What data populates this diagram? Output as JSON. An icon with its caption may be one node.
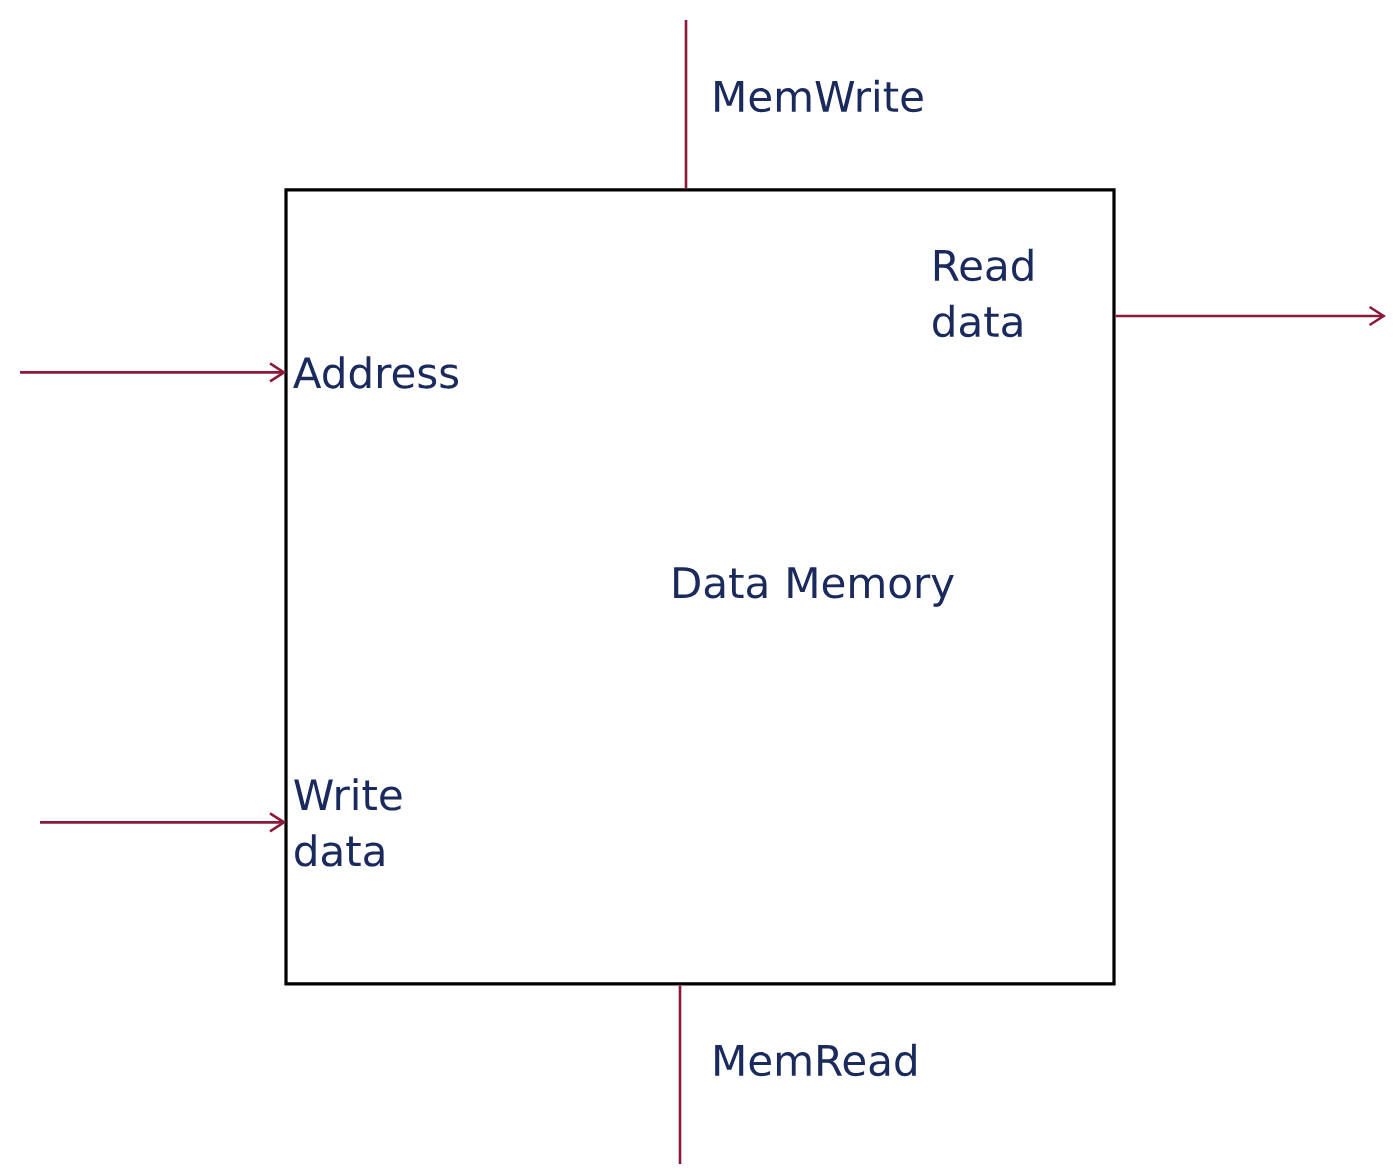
{
  "diagram": {
    "nodes": [
      {
        "text": [
          "Data Memory"
        ]
      },
      {
        "text": [
          "Address"
        ],
        "in": 0
      },
      {
        "text": [
          "Read data"
        ],
        "in": 0
      },
      {
        "text": [
          "Write data"
        ],
        "in": 0
      }
    ],
    "edges": [
      {
        "from": null,
        "to": 1,
        "arrow": "to"
      },
      {
        "from": null,
        "to": 3,
        "arrow": "to"
      },
      {
        "from": 2,
        "to": null,
        "arrow": "to"
      },
      {
        "from": null,
        "to": 0,
        "arrow": "none",
        "label": "MemWrite"
      },
      {
        "from": 0,
        "to": null,
        "arrow": "none",
        "label": "MemRead"
      }
    ]
  }
}
